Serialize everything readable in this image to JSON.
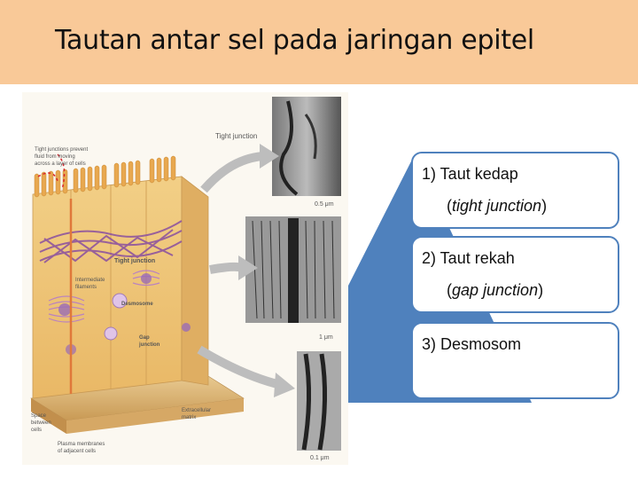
{
  "slide": {
    "title": "Tautan antar sel pada jaringan epitel"
  },
  "figure": {
    "labels": {
      "tight_junction_callout": "Tight junction",
      "tight_note_1": "Tight junctions prevent",
      "tight_note_2": "fluid from moving",
      "tight_note_3": "across a layer of cells",
      "tight_junction": "Tight junction",
      "intermediate_1": "Intermediate",
      "intermediate_2": "filaments",
      "desmosome": "Desmosome",
      "gap_1": "Gap",
      "gap_2": "junction",
      "space_1": "Space",
      "space_2": "between",
      "space_3": "cells",
      "membranes_1": "Plasma membranes",
      "membranes_2": "of adjacent cells",
      "ecm_1": "Extracellular",
      "ecm_2": "matrix",
      "scale_1": "0.5 μm",
      "scale_2": "1 μm",
      "scale_3": "0.1 μm"
    }
  },
  "list": {
    "items": [
      {
        "line1": "1) Taut kedap",
        "open": "(",
        "term": "tight junction",
        "close": ")"
      },
      {
        "line1": "2) Taut rekah",
        "open": "(",
        "term": "gap junction",
        "close": ")"
      },
      {
        "line1": "3) Desmosom"
      }
    ]
  },
  "colors": {
    "title_bg": "#f9c998",
    "accent_blue": "#4f81bd"
  }
}
